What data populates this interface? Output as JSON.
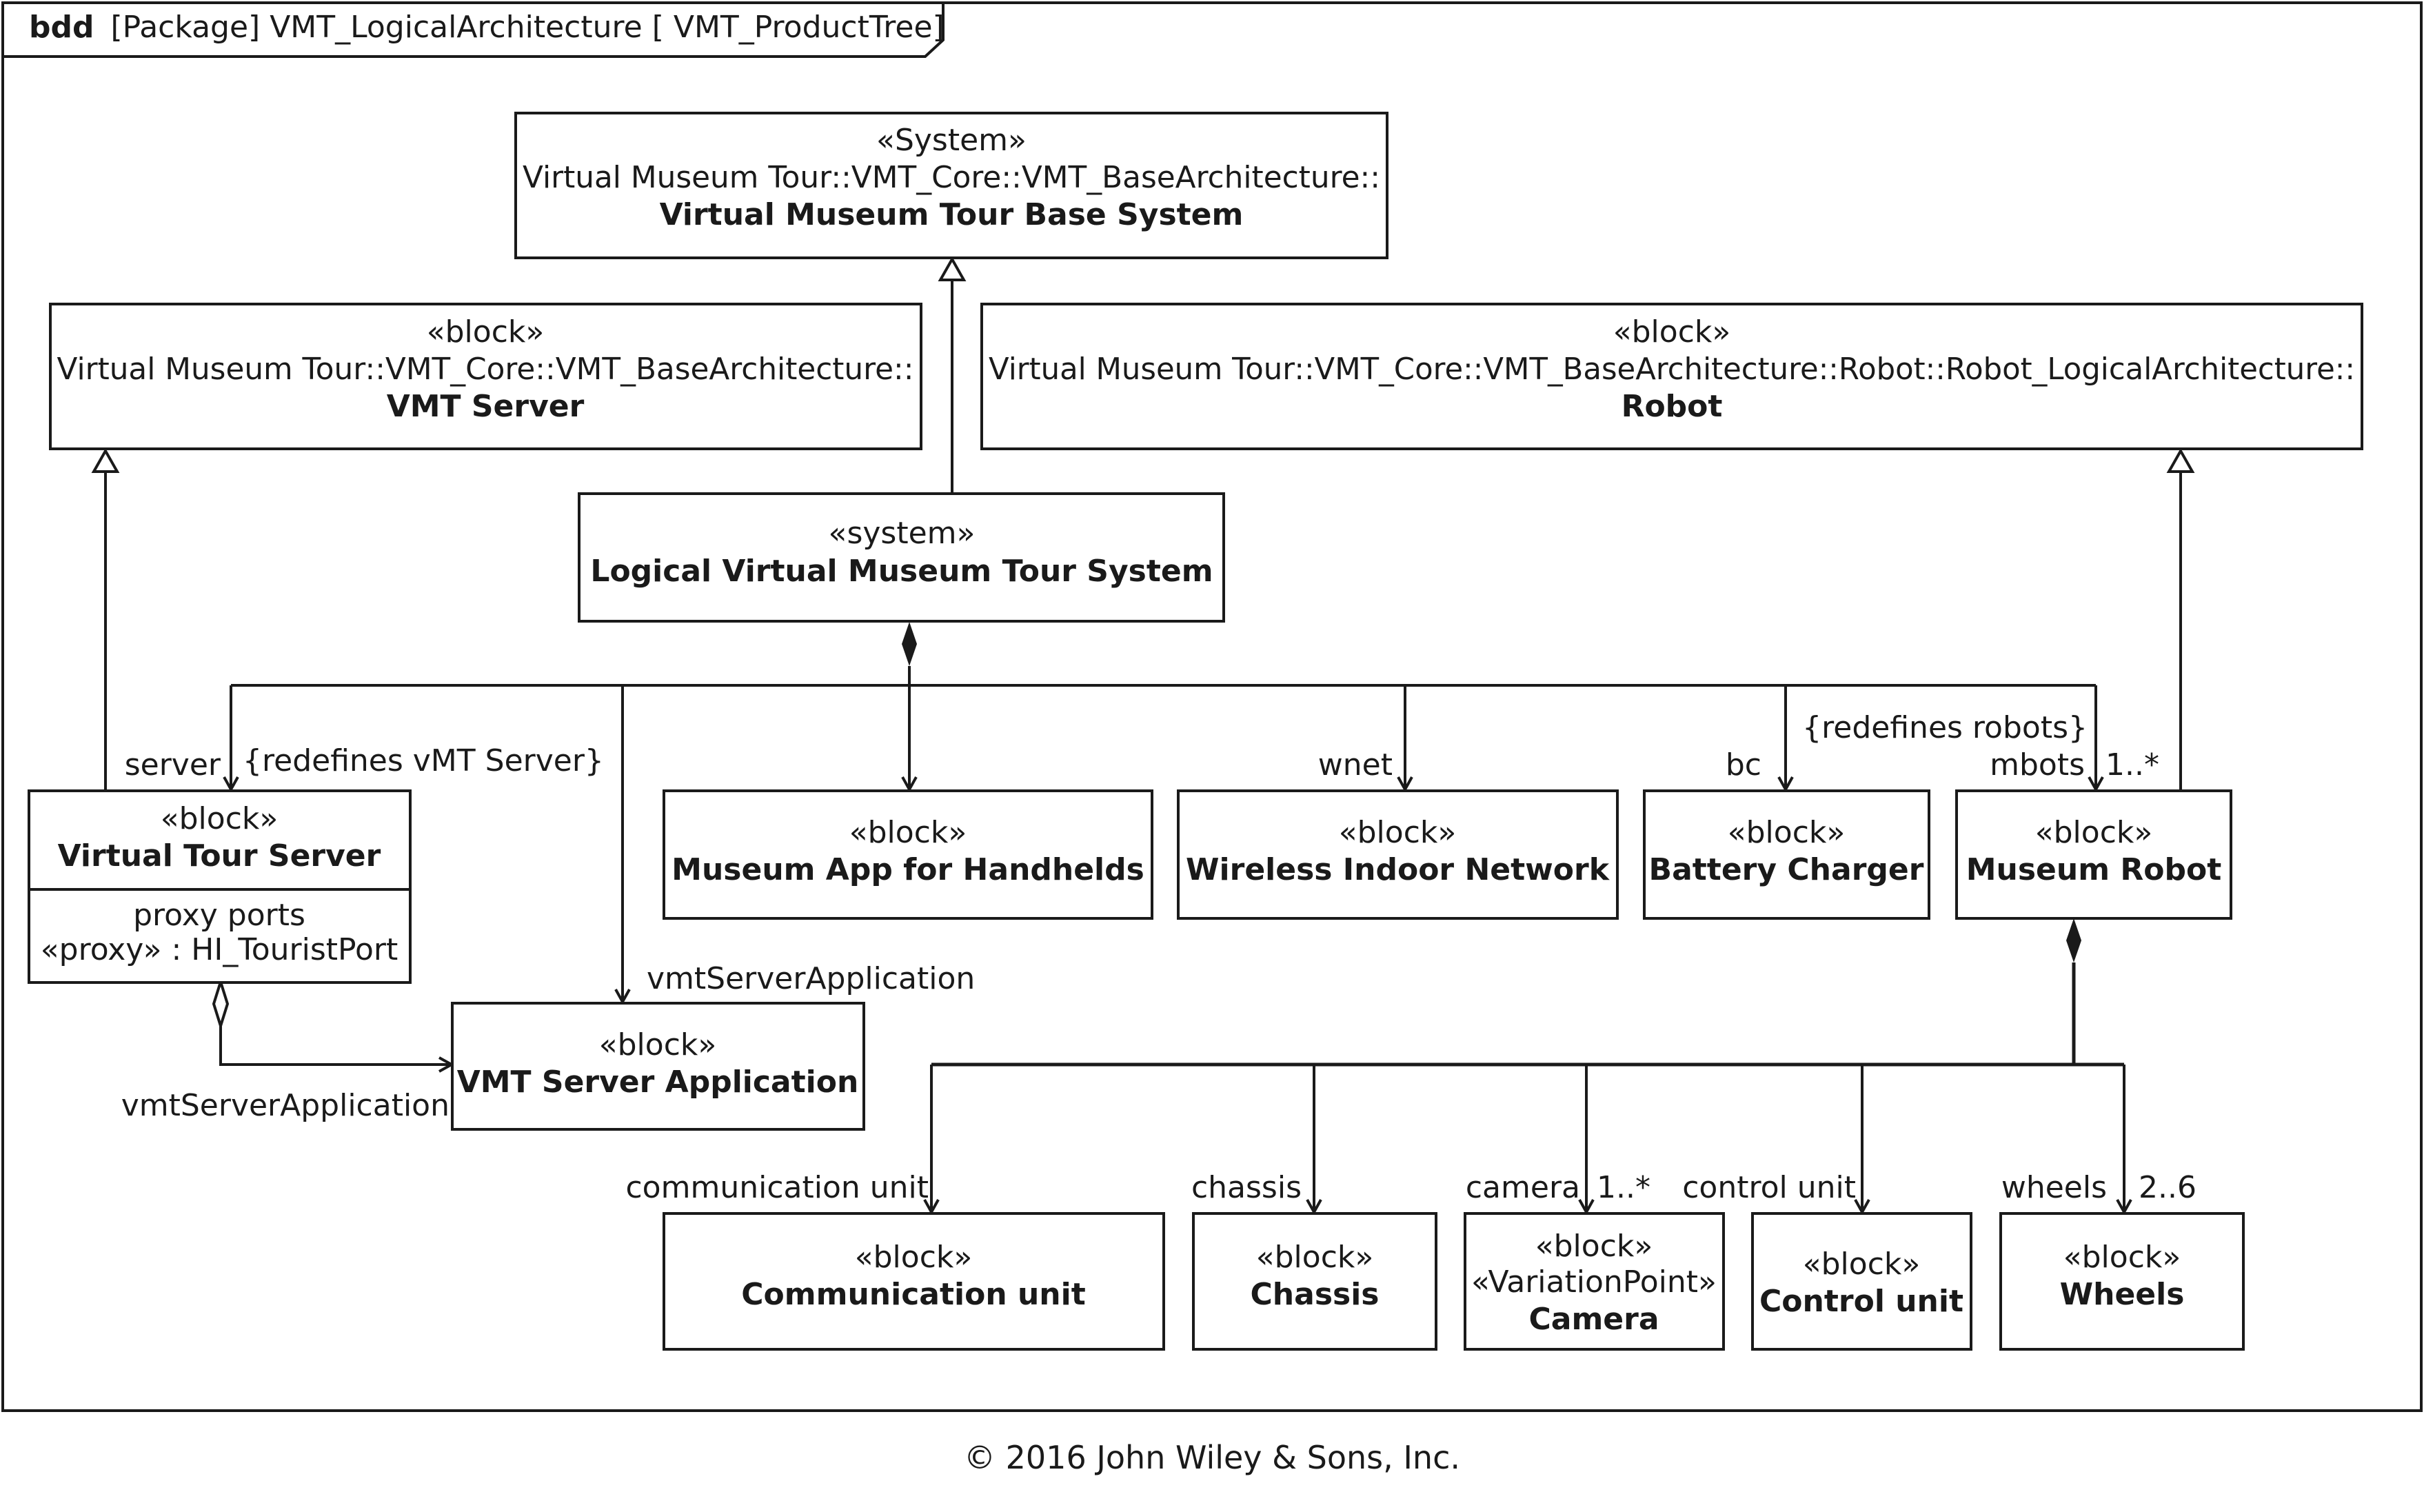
{
  "frame": {
    "keyword": "bdd",
    "title": "[Package] VMT_LogicalArchitecture [ VMT_ProductTree]"
  },
  "blocks": {
    "base_system": {
      "stereotype": "«System»",
      "qualifier": "Virtual Museum Tour::VMT_Core::VMT_BaseArchitecture::",
      "name": "Virtual Museum Tour Base System"
    },
    "vmt_server": {
      "stereotype": "«block»",
      "qualifier": "Virtual Museum Tour::VMT_Core::VMT_BaseArchitecture::",
      "name": "VMT Server"
    },
    "robot": {
      "stereotype": "«block»",
      "qualifier": "Virtual Museum Tour::VMT_Core::VMT_BaseArchitecture::Robot::Robot_LogicalArchitecture::",
      "name": "Robot"
    },
    "logical_system": {
      "stereotype": "«system»",
      "name": "Logical Virtual Museum Tour System"
    },
    "virtual_tour_server": {
      "stereotype": "«block»",
      "name": "Virtual Tour Server",
      "compartment_title": "proxy ports",
      "compartment_item": "«proxy» : HI_TouristPort"
    },
    "museum_app": {
      "stereotype": "«block»",
      "name": "Museum App for Handhelds"
    },
    "wireless_network": {
      "stereotype": "«block»",
      "name": "Wireless Indoor Network"
    },
    "battery_charger": {
      "stereotype": "«block»",
      "name": "Battery Charger"
    },
    "museum_robot": {
      "stereotype": "«block»",
      "name": "Museum Robot"
    },
    "vmt_server_app": {
      "stereotype": "«block»",
      "name": "VMT Server Application"
    },
    "communication_unit": {
      "stereotype": "«block»",
      "name": "Communication unit"
    },
    "chassis": {
      "stereotype": "«block»",
      "name": "Chassis"
    },
    "camera": {
      "stereotype": "«block»",
      "stereotype2": "«VariationPoint»",
      "name": "Camera"
    },
    "control_unit": {
      "stereotype": "«block»",
      "name": "Control unit"
    },
    "wheels": {
      "stereotype": "«block»",
      "name": "Wheels"
    }
  },
  "roles": {
    "server": "server",
    "server_redefines": "{redefines vMT Server}",
    "vmt_server_application_top": "vmtServerApplication",
    "vmt_server_application_left": "vmtServerApplication",
    "wnet": "wnet",
    "bc": "bc",
    "robots_redefines": "{redefines robots}",
    "mbots": "mbots",
    "mbots_mult": "1..*",
    "communication_unit": "communication unit",
    "chassis": "chassis",
    "camera": "camera",
    "camera_mult": "1..*",
    "control_unit": "control unit",
    "wheels": "wheels",
    "wheels_mult": "2..6"
  },
  "copyright": "© 2016 John Wiley & Sons, Inc."
}
